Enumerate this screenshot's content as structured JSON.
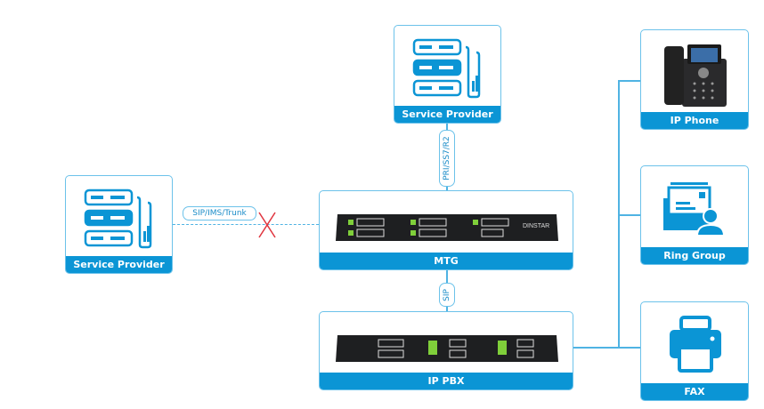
{
  "nodes": {
    "service_provider_top": {
      "label": "Service Provider",
      "icon": "server-icon"
    },
    "service_provider_left": {
      "label": "Service Provider",
      "icon": "server-icon"
    },
    "mtg": {
      "label": "MTG",
      "icon": "gateway-device-icon"
    },
    "ip_pbx": {
      "label": "IP PBX",
      "icon": "pbx-device-icon"
    },
    "ip_phone": {
      "label": "IP Phone",
      "icon": "ip-phone-icon"
    },
    "ring_group": {
      "label": "Ring Group",
      "icon": "ring-group-icon"
    },
    "fax": {
      "label": "FAX",
      "icon": "printer-icon"
    }
  },
  "links": {
    "top": "PRI/SS7/R2",
    "left": "SIP/IMS/Trunk",
    "mtg_pbx": "SIP"
  },
  "device_brand": "DINSTAR",
  "colors": {
    "accent": "#0b95d5",
    "border": "#6cc2ea",
    "blocked": "#e0353f"
  }
}
